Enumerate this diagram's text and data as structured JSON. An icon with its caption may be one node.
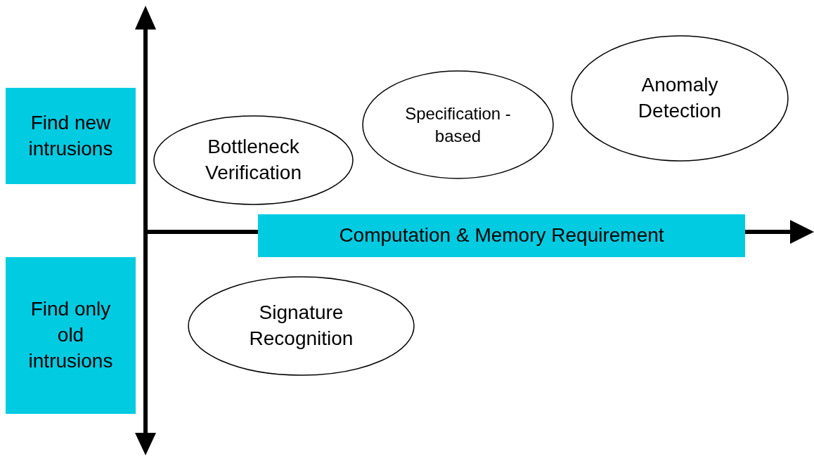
{
  "diagram": {
    "nodes": [
      {
        "text": [
          "Find new intrusions"
        ]
      },
      {
        "text": [
          "Bottleneck Verification"
        ]
      },
      {
        "text": [
          "Specification -based"
        ]
      },
      {
        "text": [
          "Anomaly Detection"
        ]
      },
      {
        "text": [
          "Computation & Memory Requirement"
        ]
      },
      {
        "text": [
          "Find only old intrusions"
        ]
      },
      {
        "text": [
          "Signature Recognition"
        ]
      }
    ]
  }
}
